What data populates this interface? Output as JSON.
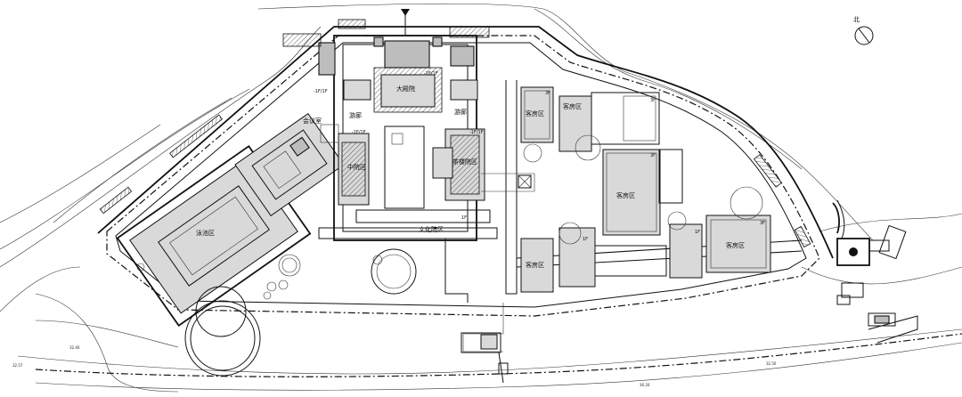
{
  "north": {
    "label": "北"
  },
  "zones": {
    "great_hall": "大殿院",
    "meeting": "会议室",
    "middle_court": "中院区",
    "left_small": "游廊",
    "right_small": "游廊",
    "center_court": "茶楼院区",
    "south_court": "文化院区",
    "pool_zone": "泳池区",
    "guest_1": "客房区",
    "guest_2": "客房区",
    "guest_3": "客房区",
    "guest_4": "客房区",
    "guest_5": "客房区"
  },
  "floors": {
    "f1a": "-1F/1F",
    "f1b": "-1F/1F",
    "f1c": "-1F/1F",
    "f1d": "1F",
    "f1e": "1F",
    "f3a": "3F",
    "f3b": "3F",
    "f3c": "3F",
    "f3d": "3F",
    "f1f": "1F",
    "f1g": "-1F/1F"
  },
  "elevations": {
    "e1": "32.57",
    "e2": "32.40",
    "e3": "30.20",
    "e4": "32.50"
  }
}
